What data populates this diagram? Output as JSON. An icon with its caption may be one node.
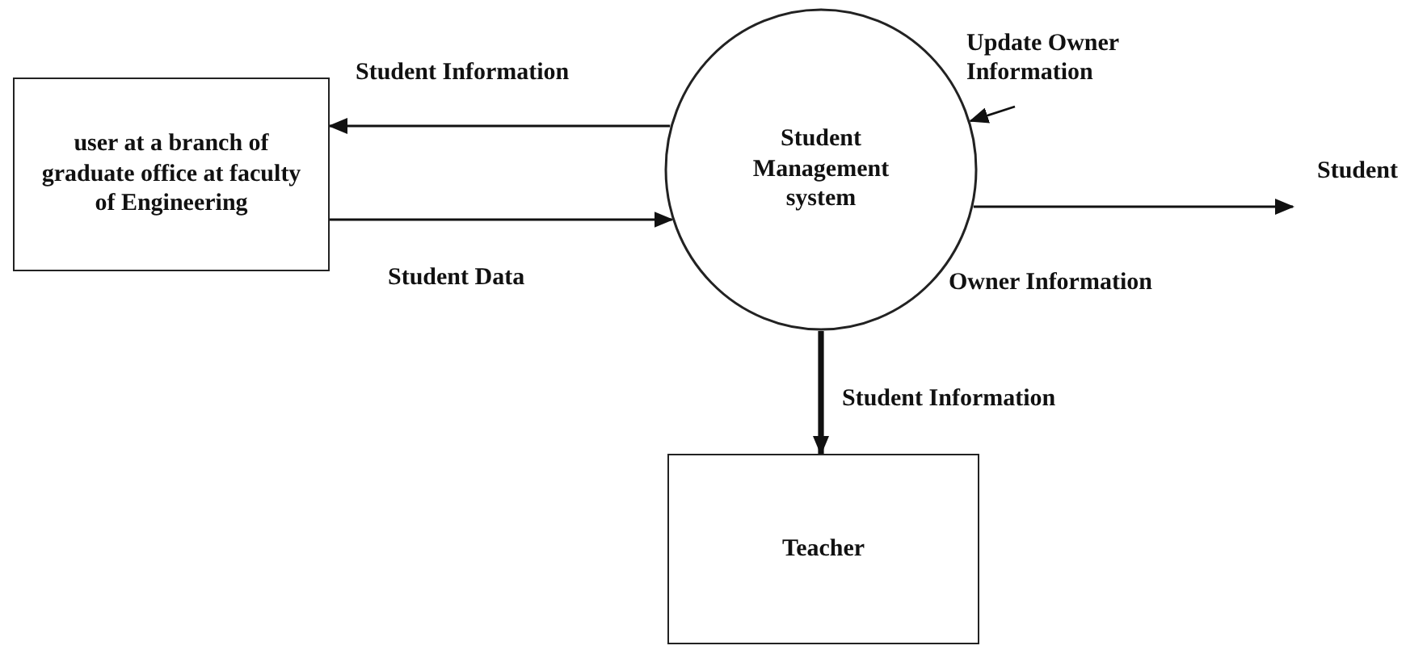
{
  "diagram": {
    "nodes": [
      {
        "text": [
          "user at a branch of graduate office at faculty of Engineering"
        ]
      },
      {
        "text": [
          "Student Management system"
        ]
      },
      {
        "text": [
          "Teacher"
        ]
      },
      {
        "text": [
          "Student"
        ]
      }
    ],
    "edges": [
      {
        "from": 1,
        "to": 0,
        "arrow": "to",
        "label": "Student Information"
      },
      {
        "from": 0,
        "to": 1,
        "arrow": "to",
        "label": "Student Data"
      },
      {
        "from": null,
        "to": 1,
        "arrow": "to",
        "label": "Update Owner Information"
      },
      {
        "from": 1,
        "to": 3,
        "arrow": "to",
        "label": "Owner Information"
      },
      {
        "from": 1,
        "to": 2,
        "arrow": "to",
        "label": "Student Information",
        "style": "thick"
      }
    ]
  }
}
